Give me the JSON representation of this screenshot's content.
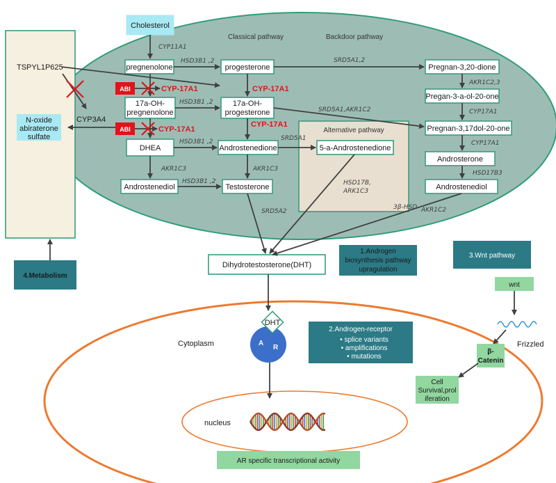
{
  "nodes": {
    "cholesterol": "Cholesterol",
    "pregnenolone": "pregnenolone",
    "progesterone": "progesterone",
    "oh17_preg_1": "17a-OH-",
    "oh17_preg_2": "pregnenolone",
    "oh17_prog_1": "17a-OH-",
    "oh17_prog_2": "progesterone",
    "dhea": "DHEA",
    "androstenedione": "Androstenedione",
    "androstenediol": "Androstenediol",
    "testosterone": "Testosterone",
    "a5_androstenedione": "5-a-Androstenedione",
    "pregnan_dione": "Pregnan-3,20-dione",
    "pregnan_ol_one": "Pregan-3-a-ol-20-one",
    "pregnan_17diol": "Pregnan-3,17dol-20-one",
    "androsterone": "Androsterone",
    "androstenediol_back": "Androstenediol",
    "dht": "Dihydrotestosterone(DHT)",
    "wnt": "wnt",
    "b_catenin_1": "β-",
    "b_catenin_2": "Catenin",
    "cell_surv_1": "Cell",
    "cell_surv_2": "Survival,prol",
    "cell_surv_3": "iferation",
    "ar_activity": "AR specific transcriptional activity",
    "noxide_1": "N-oxide",
    "noxide_2": "abiraterone",
    "noxide_3": "sulfate"
  },
  "headers": {
    "classical": "Classical pathway",
    "backdoor": "Backdoor pathway",
    "alternative": "Alternative pathway",
    "cytoplasm": "Cytoplasm",
    "nucleus": "nucleus",
    "frizzled": "Frizzled",
    "tspyl": "TSPYL1P625",
    "cyp3a4": "CYP3A4"
  },
  "enzymes": {
    "cyp11a1": "CYP11A1",
    "hsd3b1_a": "HSD3B1 ,2",
    "hsd3b1_b": "HSD3B1 ,2",
    "hsd3b1_c": "HSD3B1 ,2",
    "hsd3b1_d": "HSD3B1 ,2",
    "srd5a12": "SRD5A1,2",
    "srd5a1_akr1c2": "SRD5A1,AKR1C2",
    "srd5a1": "SRD5A1",
    "akr1c23": "AKR1C2,3",
    "cyp17a1_back": "CYP17A1",
    "cyp17a1_back2": "CYP17A1",
    "hsd17b3": "HSD17B3",
    "akr1c3_a": "AKR1C3",
    "akr1c3_b": "AKR1C3",
    "srd5a2": "SRD5A2",
    "hsd17b_1": "HSD17B,",
    "hsd17b_2": "ARK1C3",
    "hsd3b_back": "3β-HSD",
    "akr1c2_back": "AKR1C2"
  },
  "inhibition": {
    "abi_1": "ABI",
    "abi_2": "ABI",
    "cyp17_1": "CYP-17A1",
    "cyp17_2": "CYP-17A1",
    "cyp17_mid_1": "CYP-17A1",
    "cyp17_mid_2": "CYP-17A1"
  },
  "mechanisms": {
    "m1_1": "1.Androgen",
    "m1_2": "biosynthesis pathway",
    "m1_3": "upragulation",
    "m2_title": "2.Androgen-receptor",
    "m2_items": [
      "splice variants",
      "amplifications",
      "mutations"
    ],
    "m3": "3.Wnt pathway",
    "m4": "4.Metabolism"
  },
  "receptor": {
    "dht": "DHT",
    "a": "A",
    "r": "R"
  },
  "colors": {
    "cell_fill": "#9dbdb4",
    "cell_stroke": "#2f9c78",
    "box_stroke": "#3a9b80",
    "cholesterol": "#a9e9f3",
    "alt_fill": "#e9dfd0",
    "metab_fill": "#f5f0df",
    "teal_dark": "#2b7a86",
    "red": "#e0141a",
    "orange": "#ec7a30",
    "green_light": "#92d6a0",
    "receptor": "#3b6fc9"
  }
}
